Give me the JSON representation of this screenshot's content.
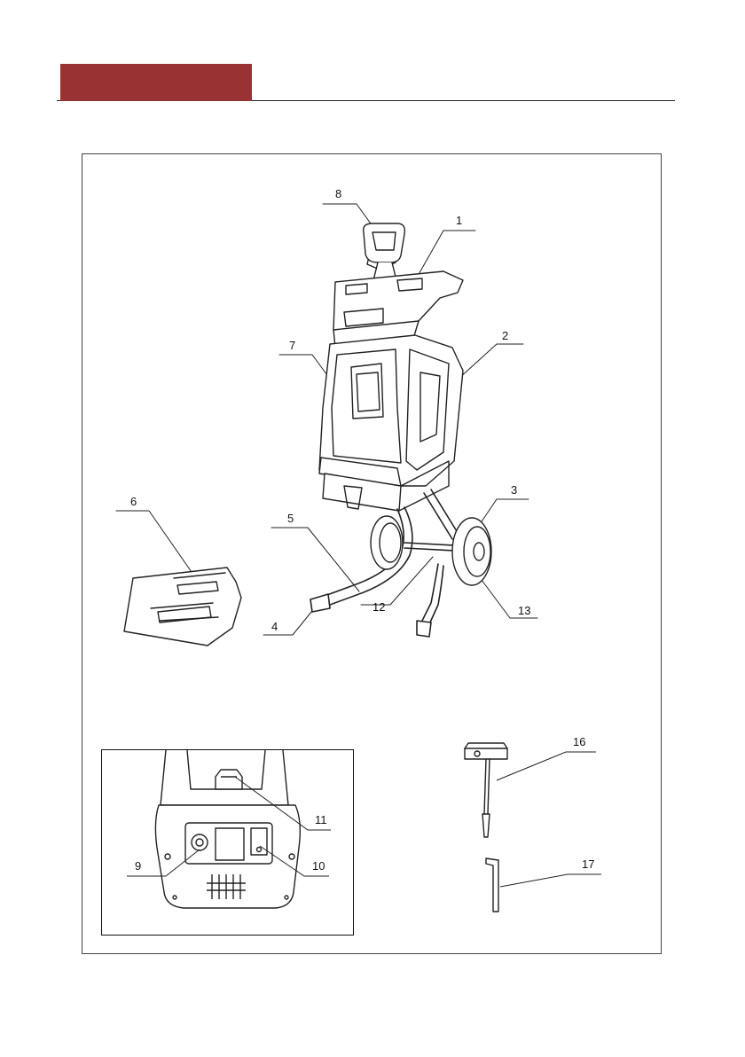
{
  "callouts": {
    "c1": "1",
    "c2": "2",
    "c3": "3",
    "c4": "4",
    "c5": "5",
    "c6": "6",
    "c7": "7",
    "c8": "8",
    "c9": "9",
    "c10": "10",
    "c11": "11",
    "c12": "12",
    "c13": "13",
    "c16": "16",
    "c17": "17"
  },
  "colors": {
    "header_bar": "#993333",
    "line": "#222222"
  }
}
